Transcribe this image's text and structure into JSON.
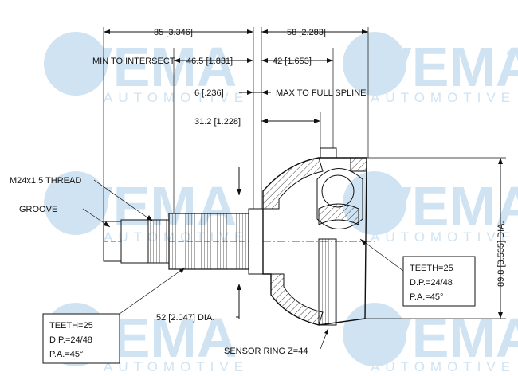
{
  "watermark": {
    "brand": "VEMA",
    "sub": "AUTOMOTIVE",
    "registered": "®"
  },
  "dimensions": {
    "overall_left": "85 [3.346]",
    "overall_right": "58 [2.283]",
    "min_to_intersect_label": "MIN TO INTERSECT",
    "min_to_intersect_value": "46.5 [1.831]",
    "right_42": "42 [1.653]",
    "spline_6": "6 [.236]",
    "max_to_full_spline": "MAX TO FULL SPLINE",
    "dim_31_2": "31.2 [1.228]",
    "dia_52": "52 [2.047] DIA.",
    "dia_89_8": "89.8 [3.535] DIA.",
    "sensor_ring": "SENSOR RING Z=44"
  },
  "callouts": {
    "thread": "M24x1.5 THREAD",
    "groove": "GROOVE"
  },
  "spec_left": {
    "teeth": "TEETH=25",
    "dp": "D.P.=24/48",
    "pa": "P.A.=45°"
  },
  "spec_right": {
    "teeth": "TEETH=25",
    "dp": "D.P.=24/48",
    "pa": "P.A.=45°"
  }
}
